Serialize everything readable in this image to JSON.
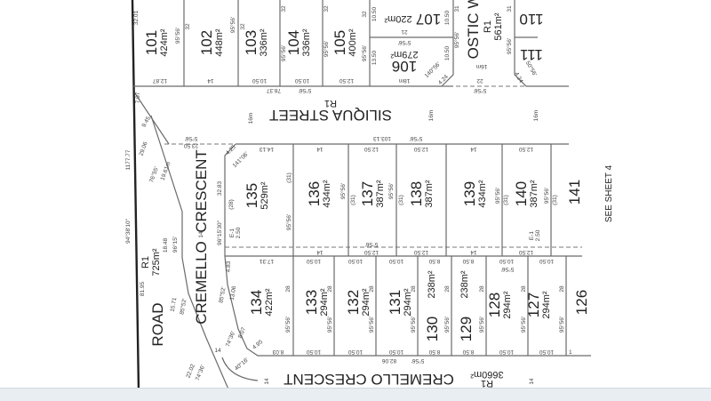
{
  "roads": {
    "siliqua": {
      "name": "SILIQUA STREET",
      "reserve": "R1",
      "width": "16m"
    },
    "ostic": {
      "name": "OSTIC W",
      "reserve": "R1",
      "area": "561m²",
      "width": "16m"
    },
    "cremello_vertical": {
      "name_a": "CREMELLO",
      "name_b": "CRESCENT",
      "width": "14"
    },
    "cremello_bottom": {
      "name": "CREMELLO CRESCENT",
      "reserve": "R1",
      "area": "3660m²",
      "width": "14"
    },
    "road": {
      "name": "ROAD",
      "reserve": "R1",
      "area": "725m²"
    }
  },
  "see_sheet": "SEE SHEET 4",
  "lots": {
    "l101": {
      "number": "101",
      "area": "424m²"
    },
    "l102": {
      "number": "102",
      "area": "448m²"
    },
    "l103": {
      "number": "103",
      "area": "336m²"
    },
    "l104": {
      "number": "104",
      "area": "336m²"
    },
    "l105": {
      "number": "105",
      "area": "400m²"
    },
    "l106": {
      "number": "106",
      "area": "279m²"
    },
    "l107": {
      "number": "107",
      "area": "220m²"
    },
    "l110": {
      "number": "110"
    },
    "l111": {
      "number": "111"
    },
    "l135": {
      "number": "135",
      "area": "529m²"
    },
    "l136": {
      "number": "136",
      "area": "434m²"
    },
    "l137": {
      "number": "137",
      "area": "387m²"
    },
    "l138": {
      "number": "138",
      "area": "387m²"
    },
    "l139": {
      "number": "139",
      "area": "434m²"
    },
    "l140": {
      "number": "140",
      "area": "387m²"
    },
    "l141": {
      "number": "141"
    },
    "l134": {
      "number": "134",
      "area": "422m²"
    },
    "l133": {
      "number": "133",
      "area": "294m²"
    },
    "l132": {
      "number": "132",
      "area": "294m²"
    },
    "l131": {
      "number": "131",
      "area": "294m²"
    },
    "l130": {
      "number": "130",
      "area": "238m²"
    },
    "l129": {
      "number": "129",
      "area": "238m²"
    },
    "l128": {
      "number": "128",
      "area": "294m²"
    },
    "l127": {
      "number": "127",
      "area": "294m²"
    },
    "l126": {
      "number": "126"
    }
  },
  "dims": {
    "d3201": "32.01",
    "d32": "32",
    "b9556": "95°56'",
    "b556": "5°56'",
    "d1050": "10.50",
    "d1350": "13.50",
    "d21": "21",
    "d31": "31",
    "d1250": "12.50",
    "d1287": "12.87",
    "d14": "14",
    "d18m": "18m",
    "d7837": "78.37",
    "d22": "22",
    "b14056": "140°56'",
    "d424": "4.24",
    "b5056": "50°56'",
    "d707": "7.07",
    "d945": "9.45",
    "d10313": "103.13",
    "d117777": "1177.77",
    "b943810": "94°38'10\"",
    "d8195": "81.95",
    "d1848": "18.48",
    "b9615": "96°15'",
    "d1571": "15.71",
    "b8552": "85°52'",
    "d2202": "22.02",
    "b7436": "74°36'",
    "d2906": "29.06",
    "b7655": "76°55'",
    "d1961": "19.61m",
    "d2350": "23.50",
    "d1413": "14.13",
    "d425": "4.25",
    "b14106": "141°06'",
    "p28": "(28)",
    "p31": "(31)",
    "d3283": "32.83",
    "b961530": "96°15'30\"",
    "e1": "E-1",
    "d250": "2.50",
    "d483": "4.83",
    "d1306": "13.06",
    "d807": "8.07",
    "d495": "4.95",
    "b4016": "40°16'",
    "d803": "8.03",
    "d1731": "17.31",
    "d28": "28",
    "d850": "8.50",
    "d8206": "82.06",
    "d1": "1"
  }
}
